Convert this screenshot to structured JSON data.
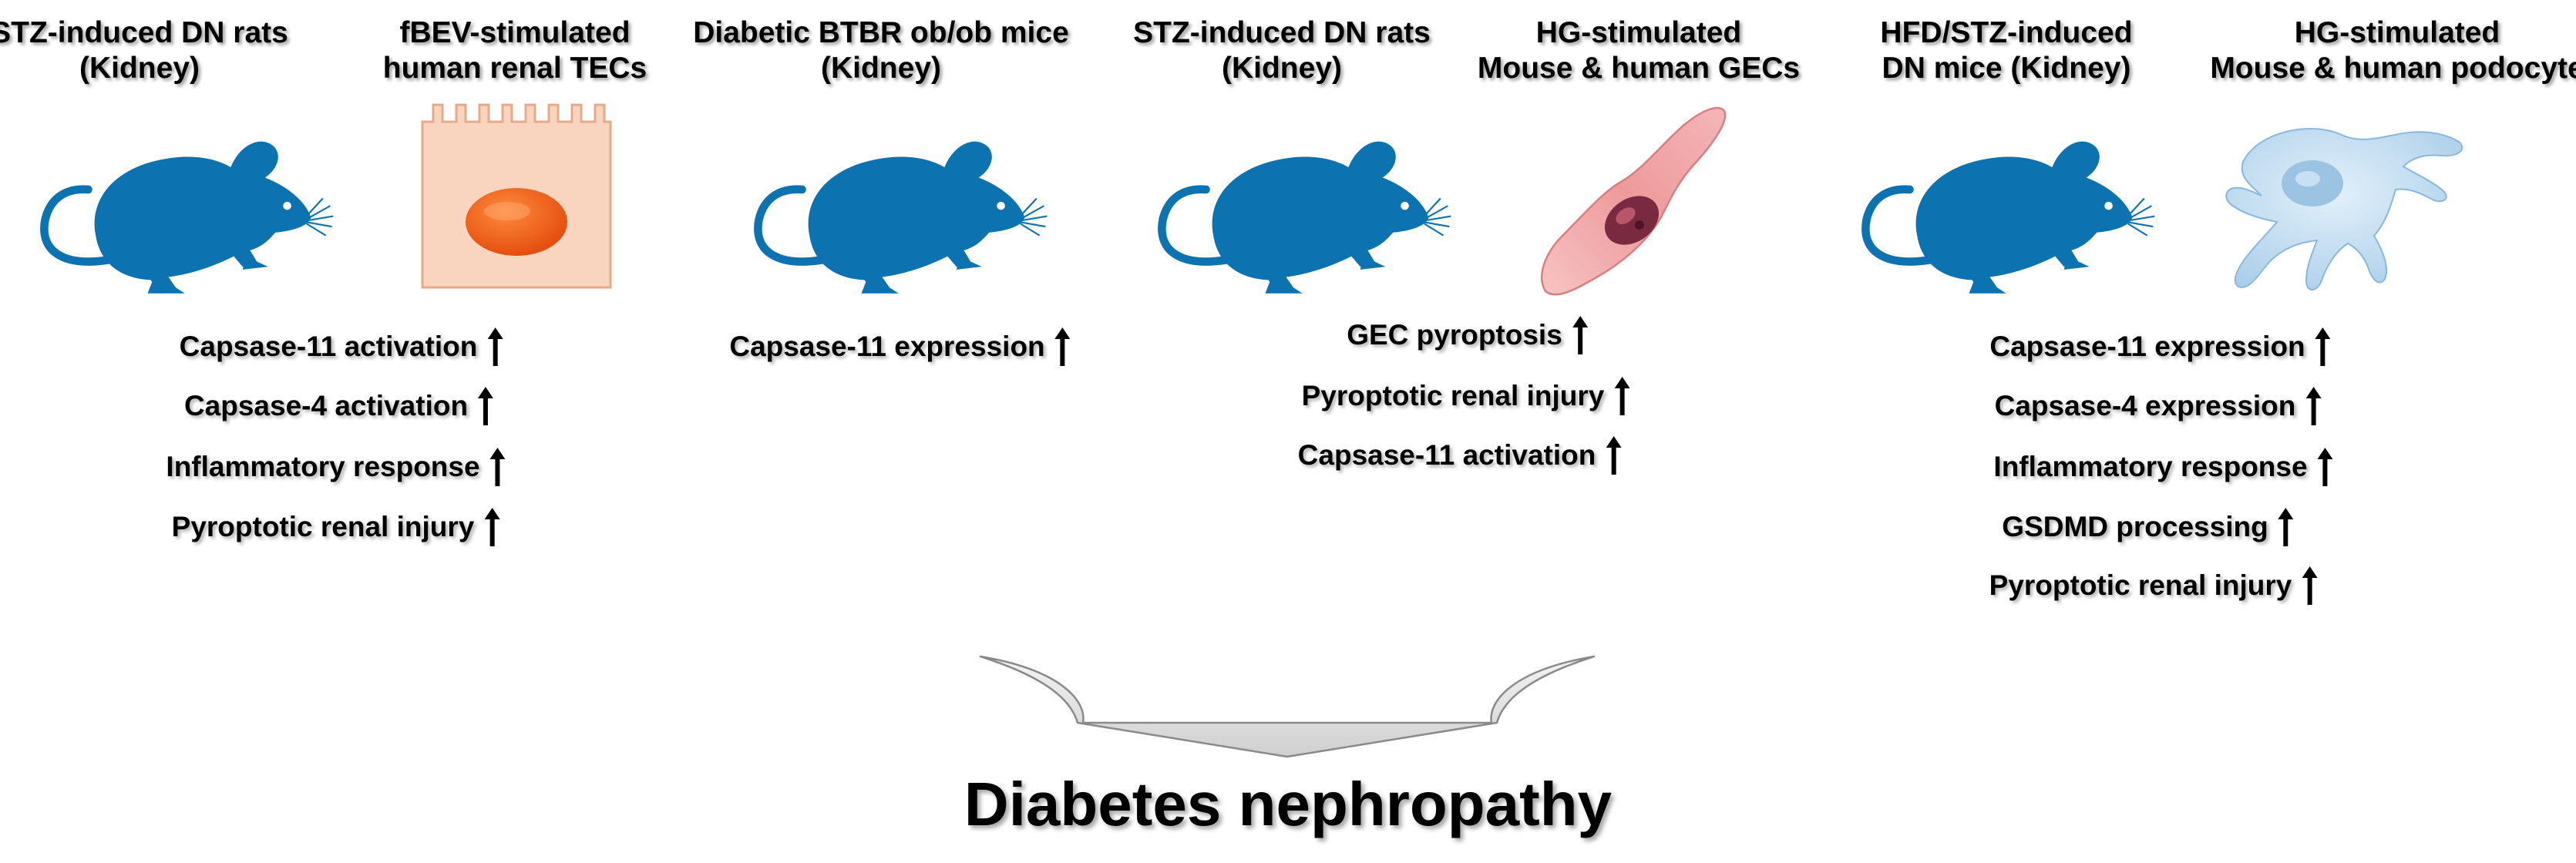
{
  "headers": [
    {
      "id": "stz-rats-1",
      "lines": [
        "STZ-induced DN rats",
        "(Kidney)"
      ]
    },
    {
      "id": "fbev-tecs",
      "lines": [
        "fBEV-stimulated",
        "human renal TECs"
      ]
    },
    {
      "id": "btbr-mice",
      "lines": [
        "Diabetic BTBR ob/ob mice",
        "(Kidney)"
      ]
    },
    {
      "id": "stz-rats-2",
      "lines": [
        "STZ-induced DN rats",
        "(Kidney)"
      ]
    },
    {
      "id": "hg-gecs",
      "lines": [
        "HG-stimulated",
        "Mouse & human GECs"
      ]
    },
    {
      "id": "hfd-stz-mice",
      "lines": [
        "HFD/STZ-induced",
        "DN mice (Kidney)"
      ]
    },
    {
      "id": "hg-podocyte",
      "lines": [
        "HG-stimulated",
        "Mouse & human podocyte"
      ]
    }
  ],
  "effect_groups": [
    {
      "items": [
        "Capsase-11 activation",
        "Capsase-4 activation",
        "Inflammatory response",
        "Pyroptotic renal injury"
      ]
    },
    {
      "items": [
        "Capsase-11 expression"
      ]
    },
    {
      "items": [
        "GEC pyroptosis",
        "Pyroptotic renal injury",
        "Capsase-11 activation"
      ]
    },
    {
      "items": [
        "Capsase-11 expression",
        "Capsase-4 expression",
        "Inflammatory response",
        "GSDMD processing",
        "Pyroptotic renal injury"
      ]
    }
  ],
  "outcome": "Diabetes nephropathy",
  "colors": {
    "mouse": "#0c72b0",
    "tec_cell": "#f9d5bf",
    "tec_nucleus": "#f05312",
    "gec_cell": "#f2a5a7",
    "podocyte": "#bcdaf0",
    "funnel": "#dedede"
  },
  "icons": [
    "mouse-icon",
    "renal-tec-cell-icon",
    "endothelial-cell-icon",
    "podocyte-icon",
    "up-arrow-icon",
    "funnel-arrow-icon"
  ]
}
